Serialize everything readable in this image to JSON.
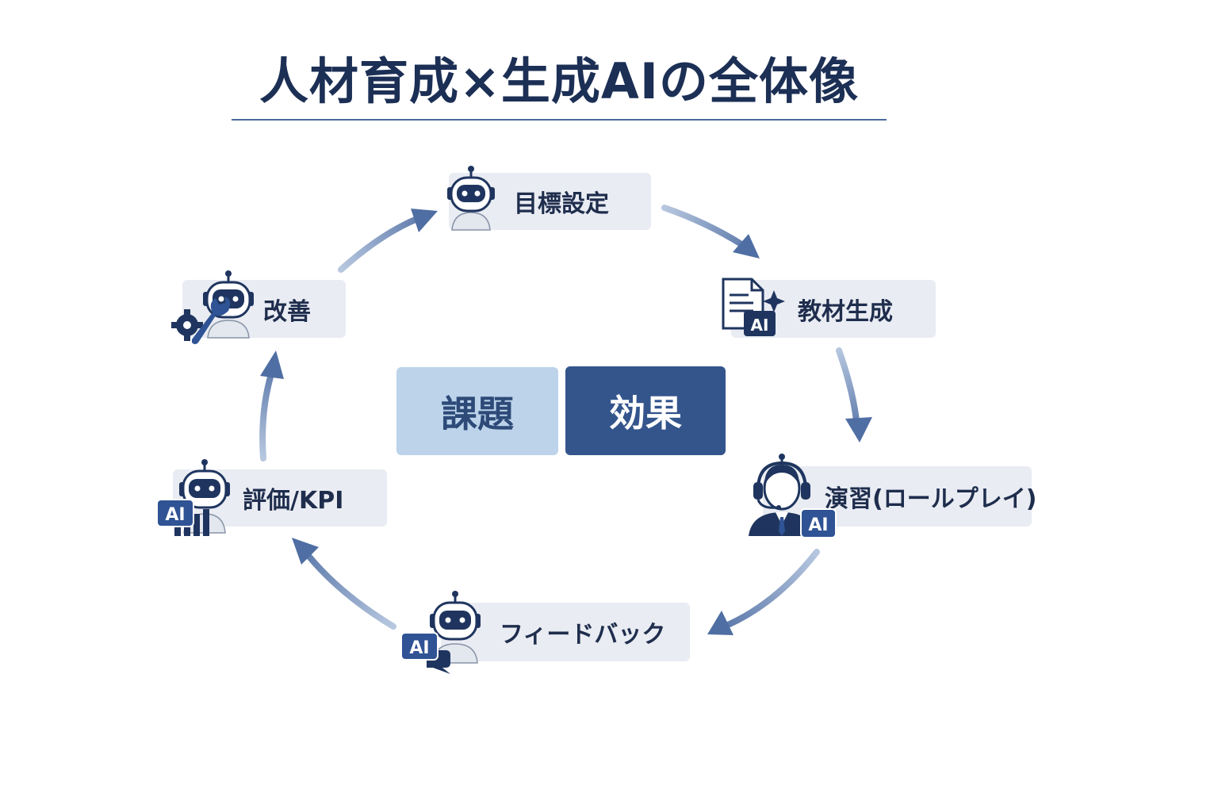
{
  "title": "人材育成×生成AIの全体像",
  "center": {
    "left_label": "課題",
    "right_label": "効果"
  },
  "cycle": [
    {
      "id": "goal",
      "label": "目標設定",
      "icon": "robot-icon"
    },
    {
      "id": "material",
      "label": "教材生成",
      "icon": "ai-document-icon"
    },
    {
      "id": "practice",
      "label": "演習(ロールプレイ)",
      "icon": "ai-headset-operator-icon"
    },
    {
      "id": "feedback",
      "label": "フィードバック",
      "icon": "ai-chat-robot-icon"
    },
    {
      "id": "evaluation",
      "label": "評価/KPI",
      "icon": "ai-chart-robot-icon"
    },
    {
      "id": "improve",
      "label": "改善",
      "icon": "robot-wrench-icon"
    }
  ],
  "badge_text": "AI",
  "colors": {
    "title": "#1c2f55",
    "arrow": "#5a78aa",
    "node_bg": "#e9ecf2",
    "center_left_bg": "#bcd3ea",
    "center_left_text": "#2d4a78",
    "center_right_bg": "#34558c",
    "center_right_text": "#ffffff",
    "icon_dark": "#1f355f",
    "icon_mid": "#2f5394"
  }
}
